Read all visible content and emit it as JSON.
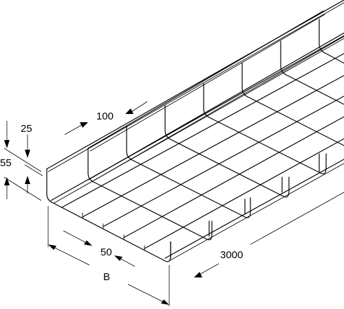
{
  "dimensions": {
    "height_total": "55",
    "height_side": "25",
    "mesh_longitudinal": "100",
    "mesh_transverse": "50",
    "width": "B",
    "length": "3000"
  }
}
